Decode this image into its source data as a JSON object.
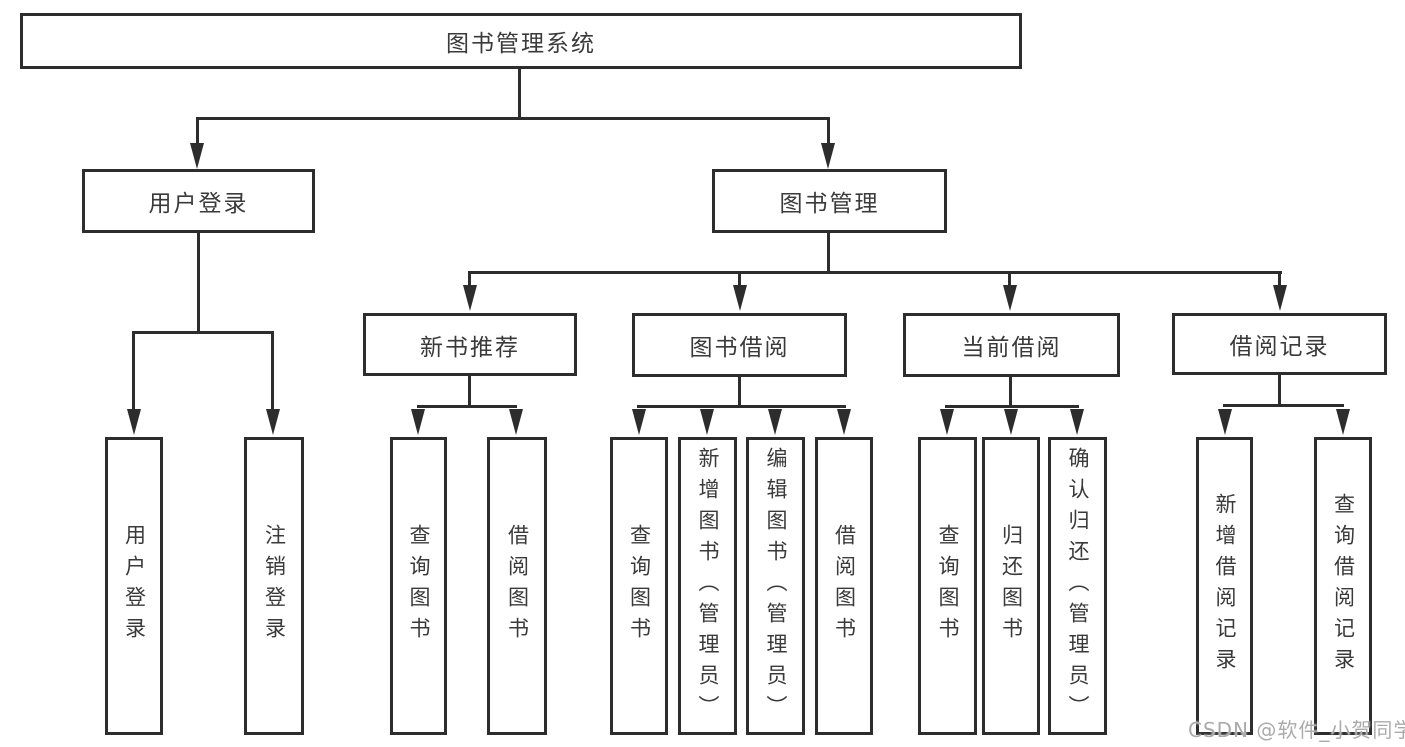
{
  "diagram": {
    "title": "图书管理系统",
    "type": "feature-tree-diagram",
    "colors": {
      "line": "#2d2d2d",
      "box_border": "#2d2d2d",
      "box_fill": "#ffffff",
      "text": "#3a3a3a",
      "watermark": "#ababab",
      "background": "#ffffff"
    },
    "nodes": {
      "root": {
        "label": "图书管理系统"
      },
      "user_login": {
        "label": "用户登录"
      },
      "book_mgmt": {
        "label": "图书管理"
      },
      "new_book": {
        "label": "新书推荐"
      },
      "borrow": {
        "label": "图书借阅"
      },
      "current": {
        "label": "当前借阅"
      },
      "records": {
        "label": "借阅记录"
      },
      "leaf_login": {
        "label": "用户登录"
      },
      "leaf_logout": {
        "label": "注销登录"
      },
      "leaf_nb_query": {
        "label": "查询图书"
      },
      "leaf_nb_borrow": {
        "label": "借阅图书"
      },
      "leaf_bw_query": {
        "label": "查询图书"
      },
      "leaf_bw_add": {
        "label": "新增图书（管理员）"
      },
      "leaf_bw_edit": {
        "label": "编辑图书（管理员）"
      },
      "leaf_bw_borrow": {
        "label": "借阅图书"
      },
      "leaf_cur_query": {
        "label": "查询图书"
      },
      "leaf_cur_return": {
        "label": "归还图书"
      },
      "leaf_cur_confirm": {
        "label": "确认归还（管理员）"
      },
      "leaf_rec_add": {
        "label": "新增借阅记录"
      },
      "leaf_rec_query": {
        "label": "查询借阅记录"
      }
    },
    "hierarchy": {
      "图书管理系统": {
        "用户登录": [
          "用户登录",
          "注销登录"
        ],
        "图书管理": {
          "新书推荐": [
            "查询图书",
            "借阅图书"
          ],
          "图书借阅": [
            "查询图书",
            "新增图书（管理员）",
            "编辑图书（管理员）",
            "借阅图书"
          ],
          "当前借阅": [
            "查询图书",
            "归还图书",
            "确认归还（管理员）"
          ],
          "借阅记录": [
            "新增借阅记录",
            "查询借阅记录"
          ]
        }
      }
    },
    "watermark": "CSDN @软件_小贺同学"
  }
}
